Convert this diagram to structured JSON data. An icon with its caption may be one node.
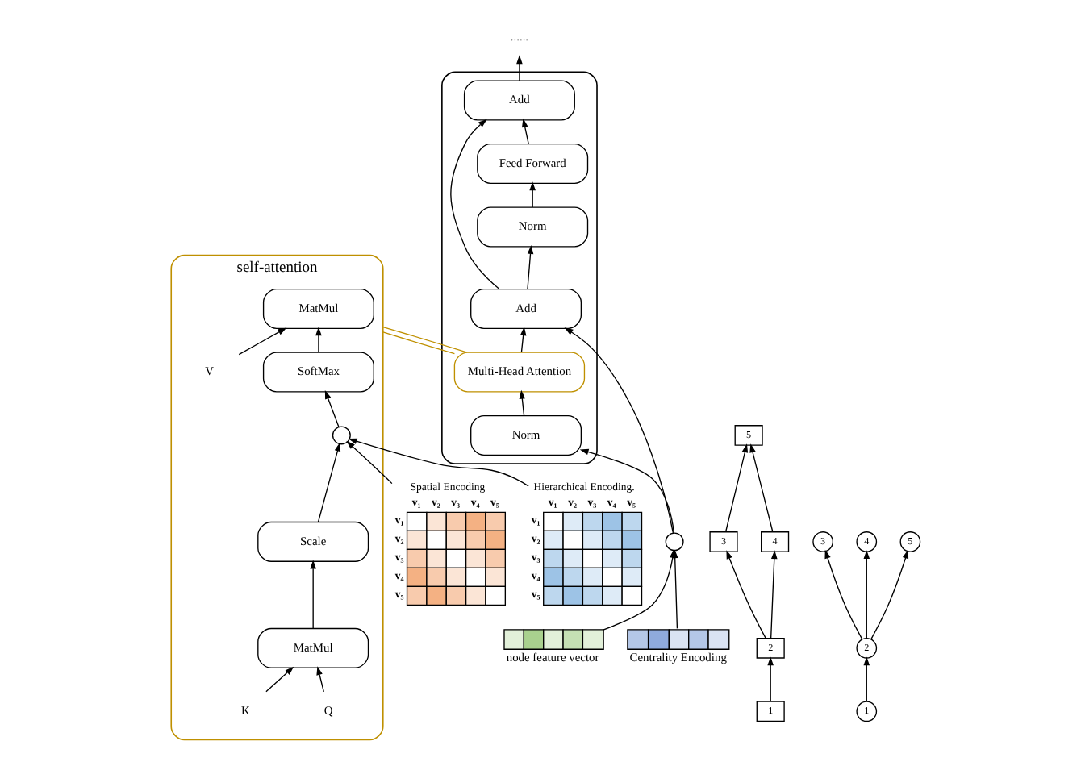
{
  "diagram": {
    "nodes": [
      {
        "text": [],
        "shape": "box"
      },
      {
        "text": [
          "......"
        ]
      },
      {
        "text": [
          "Add"
        ],
        "in": 0
      },
      {
        "text": [
          "Feed Forward"
        ],
        "in": 0
      },
      {
        "text": [
          "Norm"
        ],
        "in": 0
      },
      {
        "text": [
          "Add"
        ],
        "in": 0
      },
      {
        "text": [
          "Multi-Head Attention"
        ],
        "in": 0
      },
      {
        "text": [
          "Norm"
        ],
        "in": 0
      },
      {
        "text": [],
        "shape": "circle"
      },
      {
        "text": [],
        "shape": "bar",
        "beside": [
          "node feature vector"
        ]
      },
      {
        "text": [
          "self-attention"
        ]
      },
      {
        "text": [
          "MatMul"
        ],
        "in": 10
      },
      {
        "text": [
          "SoftMax"
        ],
        "in": 10
      },
      {
        "text": [],
        "shape": "circle",
        "in": 10
      },
      {
        "text": [
          "Scale"
        ],
        "in": 10
      },
      {
        "text": [
          "MatMul"
        ],
        "in": 10
      },
      {
        "text": [
          "Q"
        ],
        "in": 10
      },
      {
        "text": [
          "K"
        ],
        "in": 10
      },
      {
        "text": [
          "V"
        ],
        "in": 10
      },
      {
        "text": [
          "Spatial Encoding",
          "v₁",
          "v₂",
          "v₃",
          "v₄",
          "v₅",
          "v₁",
          "v₂",
          "v₃",
          "v₄",
          "v₅"
        ]
      },
      {
        "text": [
          "1"
        ]
      },
      {
        "text": [
          "2"
        ]
      },
      {
        "text": [
          "3"
        ]
      },
      {
        "text": [
          "4"
        ]
      },
      {
        "text": [
          "5"
        ]
      },
      {
        "text": [
          "Hierarchical Encoding.",
          "v₁",
          "v₂",
          "v₃",
          "v₄",
          "v₅",
          "v₁",
          "v₂",
          "v₃",
          "v₄",
          "v₅"
        ]
      },
      {
        "text": [
          "1"
        ]
      },
      {
        "text": [
          "2"
        ]
      },
      {
        "text": [
          "3"
        ]
      },
      {
        "text": [
          "4"
        ]
      },
      {
        "text": [
          "5"
        ]
      },
      {
        "text": [
          "Centrality Encoding"
        ]
      }
    ],
    "edges": [
      {
        "from": 9,
        "to": 8,
        "arrow": "to"
      },
      {
        "from": 8,
        "to": 7,
        "arrow": "to"
      },
      {
        "from": 7,
        "to": 6,
        "arrow": "to"
      },
      {
        "from": 6,
        "to": 5,
        "arrow": "to"
      },
      {
        "from": 8,
        "to": 5,
        "arrow": "to"
      },
      {
        "from": 5,
        "to": 4,
        "arrow": "to"
      },
      {
        "from": 5,
        "to": 2,
        "arrow": "to"
      },
      {
        "from": 4,
        "to": 3,
        "arrow": "to"
      },
      {
        "from": 3,
        "to": 2,
        "arrow": "to"
      },
      {
        "from": 2,
        "to": 1,
        "arrow": "to"
      },
      {
        "from": 31,
        "to": 8,
        "arrow": "to"
      },
      {
        "from": 6,
        "to": 10,
        "arrow": "none",
        "color": "#bf9000"
      },
      {
        "from": 6,
        "to": 10,
        "arrow": "none",
        "color": "#bf9000"
      },
      {
        "from": 16,
        "to": 15,
        "arrow": "to"
      },
      {
        "from": 17,
        "to": 15,
        "arrow": "to"
      },
      {
        "from": 15,
        "to": 14,
        "arrow": "to"
      },
      {
        "from": 14,
        "to": 13,
        "arrow": "to"
      },
      {
        "from": 13,
        "to": 12,
        "arrow": "to"
      },
      {
        "from": 12,
        "to": 11,
        "arrow": "to"
      },
      {
        "from": 18,
        "to": 11,
        "arrow": "to"
      },
      {
        "from": 19,
        "to": 13,
        "arrow": "to"
      },
      {
        "from": 25,
        "to": 13,
        "arrow": "to"
      },
      {
        "from": 20,
        "to": 21,
        "arrow": "to"
      },
      {
        "from": 21,
        "to": 22,
        "arrow": "to"
      },
      {
        "from": 21,
        "to": 23,
        "arrow": "to"
      },
      {
        "from": 22,
        "to": 24,
        "arrow": "to"
      },
      {
        "from": 23,
        "to": 24,
        "arrow": "to"
      },
      {
        "from": 26,
        "to": 27,
        "arrow": "to"
      },
      {
        "from": 27,
        "to": 28,
        "arrow": "to"
      },
      {
        "from": 27,
        "to": 29,
        "arrow": "to"
      },
      {
        "from": 27,
        "to": 30,
        "arrow": "to"
      }
    ]
  }
}
